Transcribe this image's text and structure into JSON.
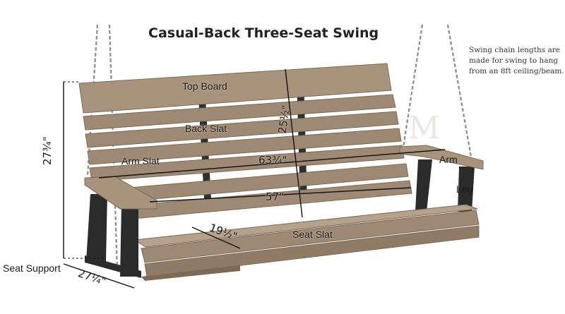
{
  "title": "Casual-Back Three-Seat Swing",
  "note": "Swing chain lengths are made for swing to hang from an 8ft ceiling/beam.",
  "watermark": "M",
  "parts": {
    "top_board": "Top Board",
    "back_slat": "Back Slat",
    "arm_slat": "Arm Slat",
    "arm": "Arm",
    "leg": "Leg",
    "seat_slat": "Seat Slat",
    "seat_support": "Seat Support"
  },
  "dimensions": {
    "height": "27¾\"",
    "back_height": "25½\"",
    "width_back": "63¾\"",
    "width_seat": "57\"",
    "seat_depth": "19½\"",
    "overall_depth": "27¼\""
  },
  "colors": {
    "wood": "#9e8a74",
    "wood_light": "#b5a28c",
    "wood_dark": "#7c6a56",
    "frame": "#2b2b2b",
    "chain": "#8a8a8a"
  }
}
